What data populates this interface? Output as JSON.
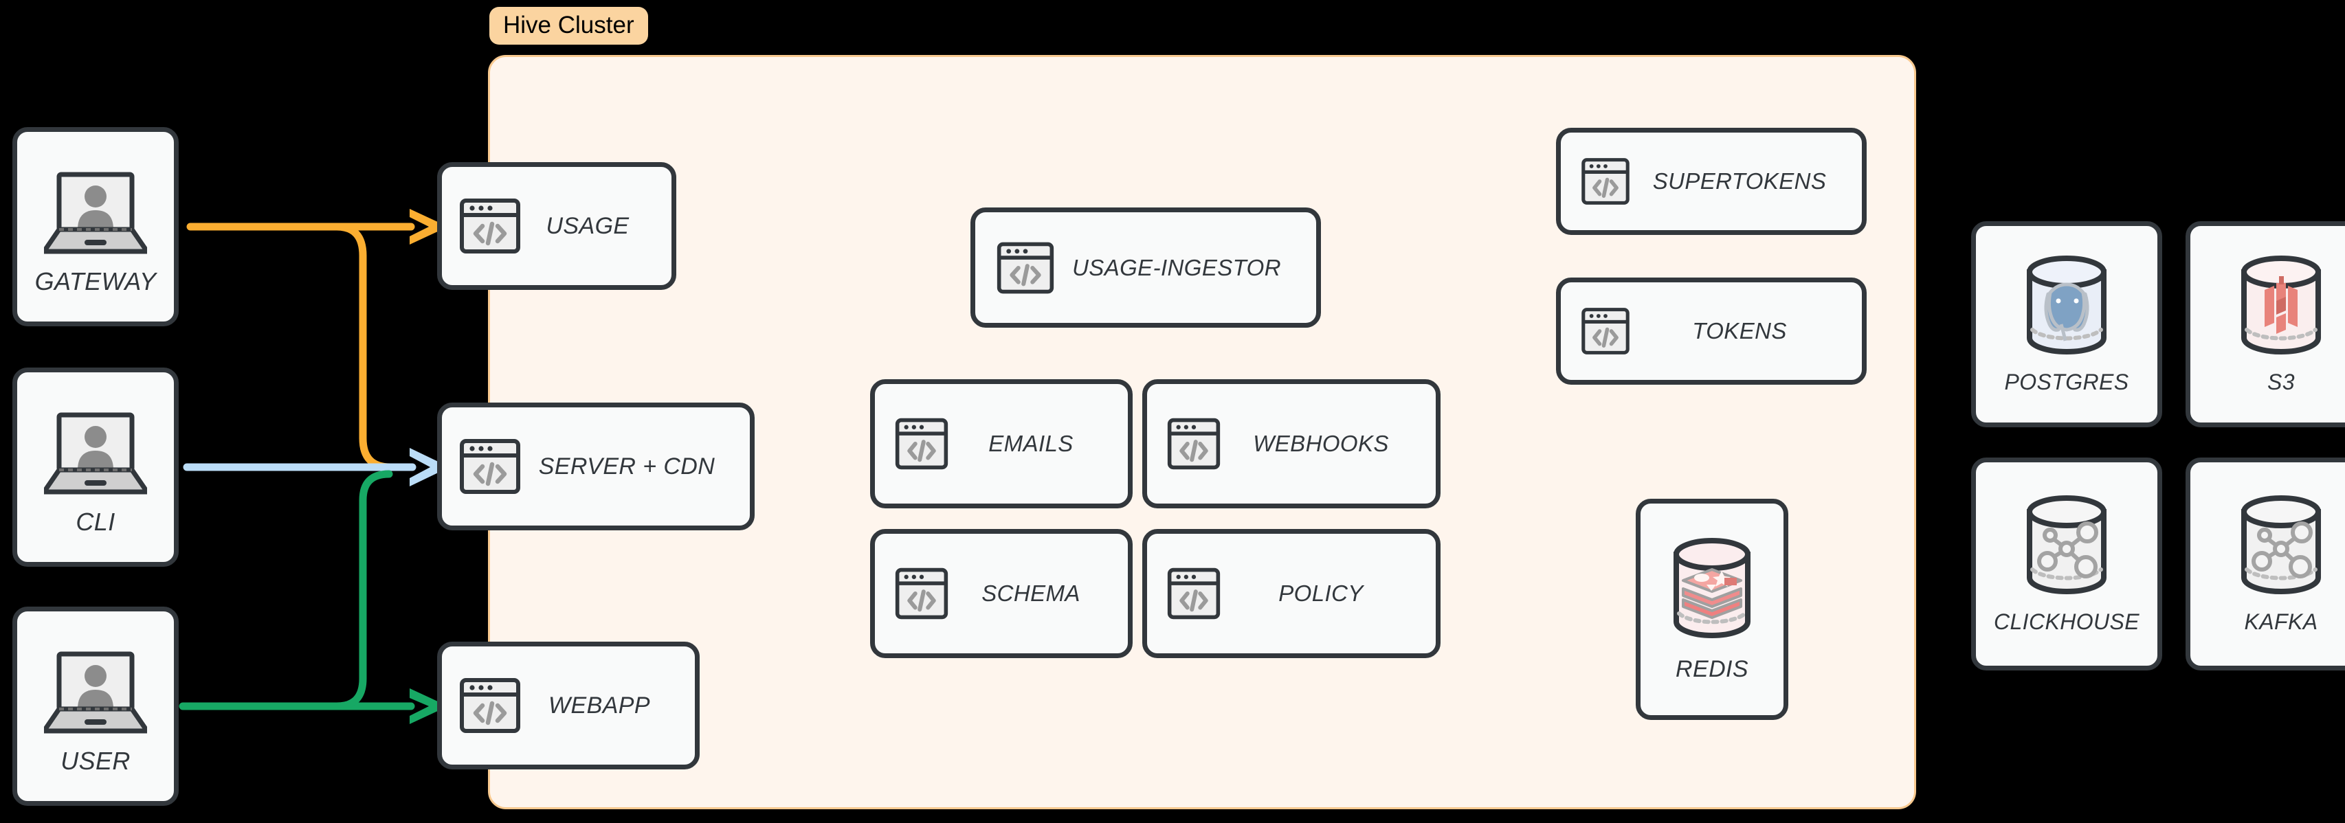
{
  "diagram": {
    "type": "architecture",
    "background": "#000000",
    "title_badge": "Hive Cluster"
  },
  "cluster": {
    "label": "Hive Cluster",
    "fill": "#FEF5ED",
    "border": "#F8C98F",
    "badge_fill": "#FBD4A0"
  },
  "clients": [
    {
      "id": "gateway",
      "label": "GATEWAY",
      "icon": "laptop-user-icon"
    },
    {
      "id": "cli",
      "label": "CLI",
      "icon": "laptop-user-icon"
    },
    {
      "id": "user",
      "label": "USER",
      "icon": "laptop-user-icon"
    }
  ],
  "edge_services": [
    {
      "id": "usage",
      "label": "USAGE",
      "icon": "code-window-icon"
    },
    {
      "id": "server-cdn",
      "label": "SERVER + CDN",
      "icon": "code-window-icon"
    },
    {
      "id": "webapp",
      "label": "WEBAPP",
      "icon": "code-window-icon"
    }
  ],
  "core_services": [
    {
      "id": "usage-ingestor",
      "label": "USAGE-INGESTOR",
      "icon": "code-window-icon"
    },
    {
      "id": "emails",
      "label": "EMAILS",
      "icon": "code-window-icon"
    },
    {
      "id": "webhooks",
      "label": "WEBHOOKS",
      "icon": "code-window-icon"
    },
    {
      "id": "schema",
      "label": "SCHEMA",
      "icon": "code-window-icon"
    },
    {
      "id": "policy",
      "label": "POLICY",
      "icon": "code-window-icon"
    }
  ],
  "auth_services": [
    {
      "id": "supertokens",
      "label": "SUPERTOKENS",
      "icon": "code-window-icon"
    },
    {
      "id": "tokens",
      "label": "TOKENS",
      "icon": "code-window-icon"
    }
  ],
  "cluster_datastores": [
    {
      "id": "redis",
      "label": "REDIS",
      "icon": "redis-cylinder-icon",
      "accent": "#F08C8C"
    }
  ],
  "external_datastores": [
    {
      "id": "postgres",
      "label": "POSTGRES",
      "icon": "postgres-cylinder-icon",
      "accent": "#7FA2C4"
    },
    {
      "id": "s3",
      "label": "S3",
      "icon": "s3-cylinder-icon",
      "accent": "#E8837B"
    },
    {
      "id": "clickhouse",
      "label": "CLICKHOUSE",
      "icon": "clickhouse-cylinder-icon",
      "accent": "#A3A3A3"
    },
    {
      "id": "kafka",
      "label": "KAFKA",
      "icon": "kafka-cylinder-icon",
      "accent": "#A3A3A3"
    }
  ],
  "connections": [
    {
      "from": "gateway",
      "to": "usage",
      "color": "#FBAE31",
      "name": "gateway-to-usage"
    },
    {
      "from": "gateway",
      "to": "server-cdn",
      "color": "#FBAE31",
      "name": "gateway-to-server-cdn"
    },
    {
      "from": "cli",
      "to": "server-cdn",
      "color": "#BBDDF7",
      "name": "cli-to-server-cdn"
    },
    {
      "from": "user",
      "to": "server-cdn",
      "color": "#17A864",
      "name": "user-to-server-cdn"
    },
    {
      "from": "user",
      "to": "webapp",
      "color": "#17A864",
      "name": "user-to-webapp"
    }
  ],
  "colors": {
    "orange": "#FBAE31",
    "light_blue": "#BBDDF7",
    "green": "#17A864",
    "node_border": "#32373C",
    "node_fill": "#F9FAFA",
    "icon_gray": "#9A9A9A"
  }
}
